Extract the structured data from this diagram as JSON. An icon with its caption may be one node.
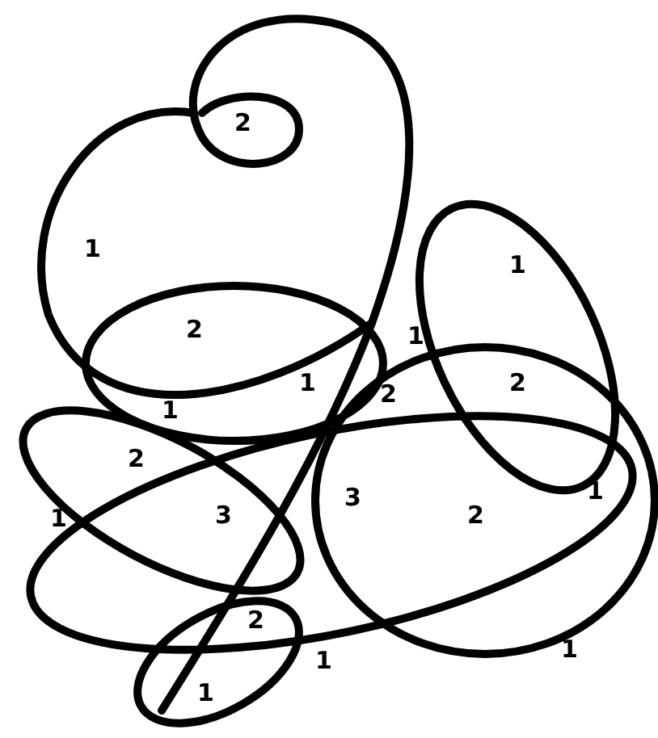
{
  "diagram": {
    "labels": [
      "2",
      "1",
      "1",
      "2",
      "2",
      "1",
      "1",
      "2",
      "1",
      "1",
      "2",
      "3",
      "2",
      "1",
      "3",
      "2",
      "1",
      "1",
      "1"
    ]
  }
}
